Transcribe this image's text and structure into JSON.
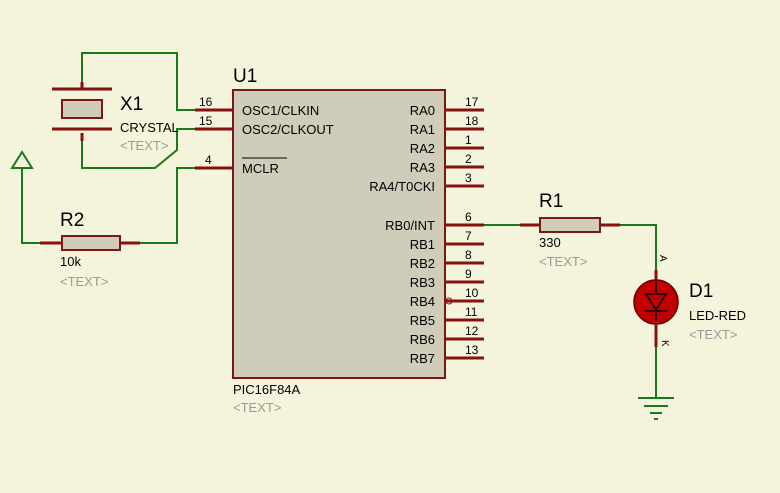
{
  "colors": {
    "background": "#f4f4dc",
    "wire": "#1a7a1a",
    "pin": "#8a1010",
    "body": "#d0ccba",
    "body_border": "#7a1818",
    "led": "#c00000",
    "placeholder": "#9a9a9a"
  },
  "u1": {
    "ref": "U1",
    "part": "PIC16F84A",
    "text": "<TEXT>",
    "left_pins": [
      {
        "num": "16",
        "name": "OSC1/CLKIN"
      },
      {
        "num": "15",
        "name": "OSC2/CLKOUT"
      },
      {
        "num": "4",
        "name": "MCLR"
      }
    ],
    "right_pins": [
      {
        "num": "17",
        "name": "RA0"
      },
      {
        "num": "18",
        "name": "RA1"
      },
      {
        "num": "1",
        "name": "RA2"
      },
      {
        "num": "2",
        "name": "RA3"
      },
      {
        "num": "3",
        "name": "RA4/T0CKI"
      },
      {
        "num": "6",
        "name": "RB0/INT"
      },
      {
        "num": "7",
        "name": "RB1"
      },
      {
        "num": "8",
        "name": "RB2"
      },
      {
        "num": "9",
        "name": "RB3"
      },
      {
        "num": "10",
        "name": "RB4"
      },
      {
        "num": "11",
        "name": "RB5"
      },
      {
        "num": "12",
        "name": "RB6"
      },
      {
        "num": "13",
        "name": "RB7"
      }
    ]
  },
  "x1": {
    "ref": "X1",
    "value": "CRYSTAL",
    "text": "<TEXT>",
    "icon": "crystal-icon"
  },
  "r2": {
    "ref": "R2",
    "value": "10k",
    "text": "<TEXT>",
    "icon": "resistor-icon"
  },
  "r1": {
    "ref": "R1",
    "value": "330",
    "text": "<TEXT>",
    "icon": "resistor-icon"
  },
  "d1": {
    "ref": "D1",
    "value": "LED-RED",
    "text": "<TEXT>",
    "anode": "A",
    "cathode": "K",
    "icon": "led-icon"
  },
  "power": {
    "icon": "power-terminal-icon"
  },
  "ground": {
    "icon": "ground-icon"
  }
}
